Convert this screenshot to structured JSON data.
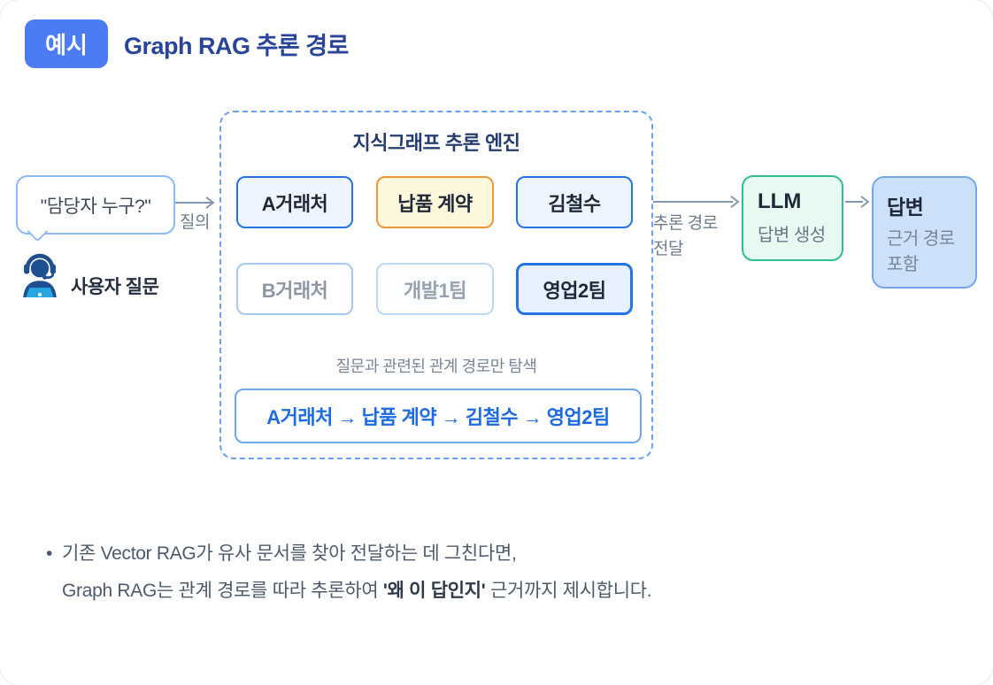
{
  "header": {
    "badge": "예시",
    "title": "Graph RAG 추론 경로"
  },
  "user": {
    "bubble_text": "\"담당자 누구?\"",
    "label": "사용자 질문"
  },
  "arrows": {
    "query_label": "질의",
    "handoff_label_line1": "추론 경로",
    "handoff_label_line2": "전달"
  },
  "engine": {
    "title": "지식그래프 추론 엔진",
    "nodes": {
      "row1": [
        {
          "label": "A거래처"
        },
        {
          "label": "납품 계약"
        },
        {
          "label": "김철수"
        }
      ],
      "row2": [
        {
          "label": "B거래처"
        },
        {
          "label": "개발1팀"
        },
        {
          "label": "영업2팀"
        }
      ]
    },
    "caption": "질문과 관련된 관계 경로만 탐색",
    "path_text": "A거래처 → 납품 계약 → 김철수 → 영업2팀"
  },
  "llm": {
    "title": "LLM",
    "subtitle": "답변 생성"
  },
  "answer": {
    "title": "답변",
    "subtitle": "근거 경로 포함"
  },
  "note": {
    "bullet": "•",
    "line1": "기존 Vector RAG가 유사 문서를 찾아 전달하는 데 그친다면,",
    "line2_prefix": "Graph RAG는 관계 경로를 따라 추론하여 ",
    "line2_bold": "'왜 이 답인지'",
    "line2_suffix": " 근거까지 제시합니다."
  },
  "colors": {
    "brand_blue": "#4c7cf3",
    "title_navy": "#29459a",
    "node_border_blue": "#2474e5",
    "node_fill_blue": "#eef5fe",
    "node_border_orange": "#f0963a",
    "node_fill_yellow": "#fdf7dc",
    "muted_border": "#a5c9f5",
    "dashed_border": "#68a0f2",
    "path_text_blue": "#1c6be2",
    "llm_border_green": "#2fbf8f",
    "llm_fill_mint": "#e7faf1",
    "answer_fill": "#cde0f9",
    "arrow_gray": "#8197b4"
  }
}
